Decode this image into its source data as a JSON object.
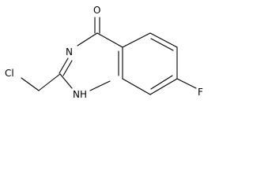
{
  "molecule": {
    "atoms": {
      "oxygen": "O",
      "n3": "N",
      "n1h": "NH",
      "fluorine": "F",
      "chlorine": "Cl"
    }
  }
}
